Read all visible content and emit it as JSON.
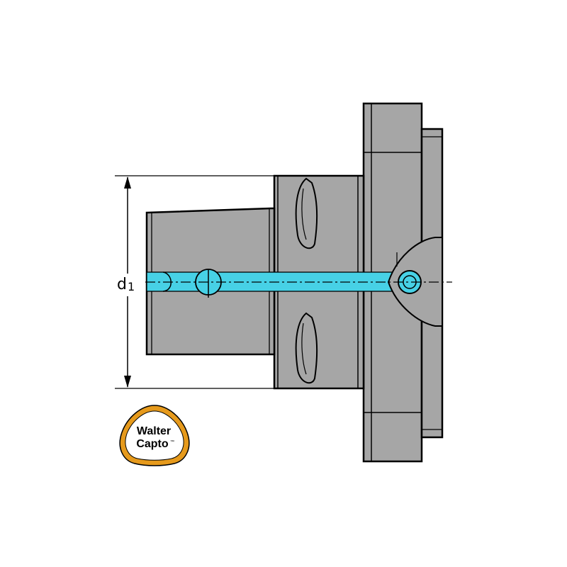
{
  "dimension": {
    "symbol": "d",
    "subscript": "1"
  },
  "logo": {
    "line1": "Walter",
    "line2": "Capto",
    "trademark": "™"
  },
  "colors": {
    "body": "#a6a6a6",
    "outline": "#000000",
    "coolant": "#47d1e6",
    "logo_gold": "#e69a1c"
  }
}
